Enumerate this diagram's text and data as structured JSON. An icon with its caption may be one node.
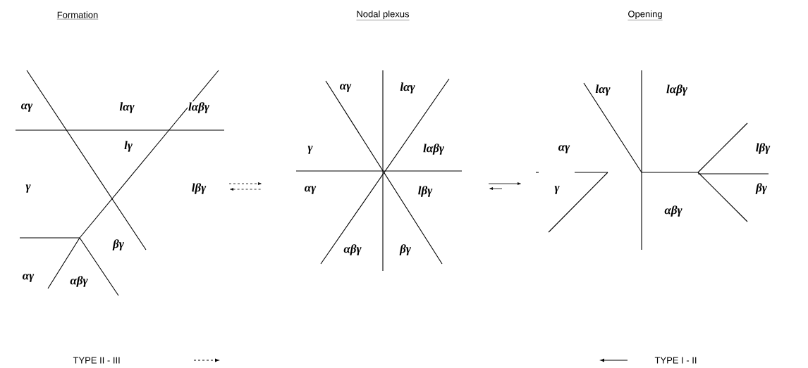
{
  "diagram": {
    "labels": [
      "Formation",
      "Nodal plexus",
      "Opening",
      "αγ",
      "lαγ",
      "lαβγ",
      "lγ",
      "γ",
      "lβγ",
      "βγ",
      "αγ",
      "αβγ",
      "αγ",
      "lαγ",
      "γ",
      "lαβγ",
      "αγ",
      "lβγ",
      "αβγ",
      "βγ",
      "lαγ",
      "lαβγ",
      "αγ",
      "lβγ",
      "γ",
      "βγ",
      "αβγ"
    ],
    "legend": [
      {
        "text": "TYPE II - III"
      },
      {
        "text": "TYPE I - II"
      }
    ]
  }
}
